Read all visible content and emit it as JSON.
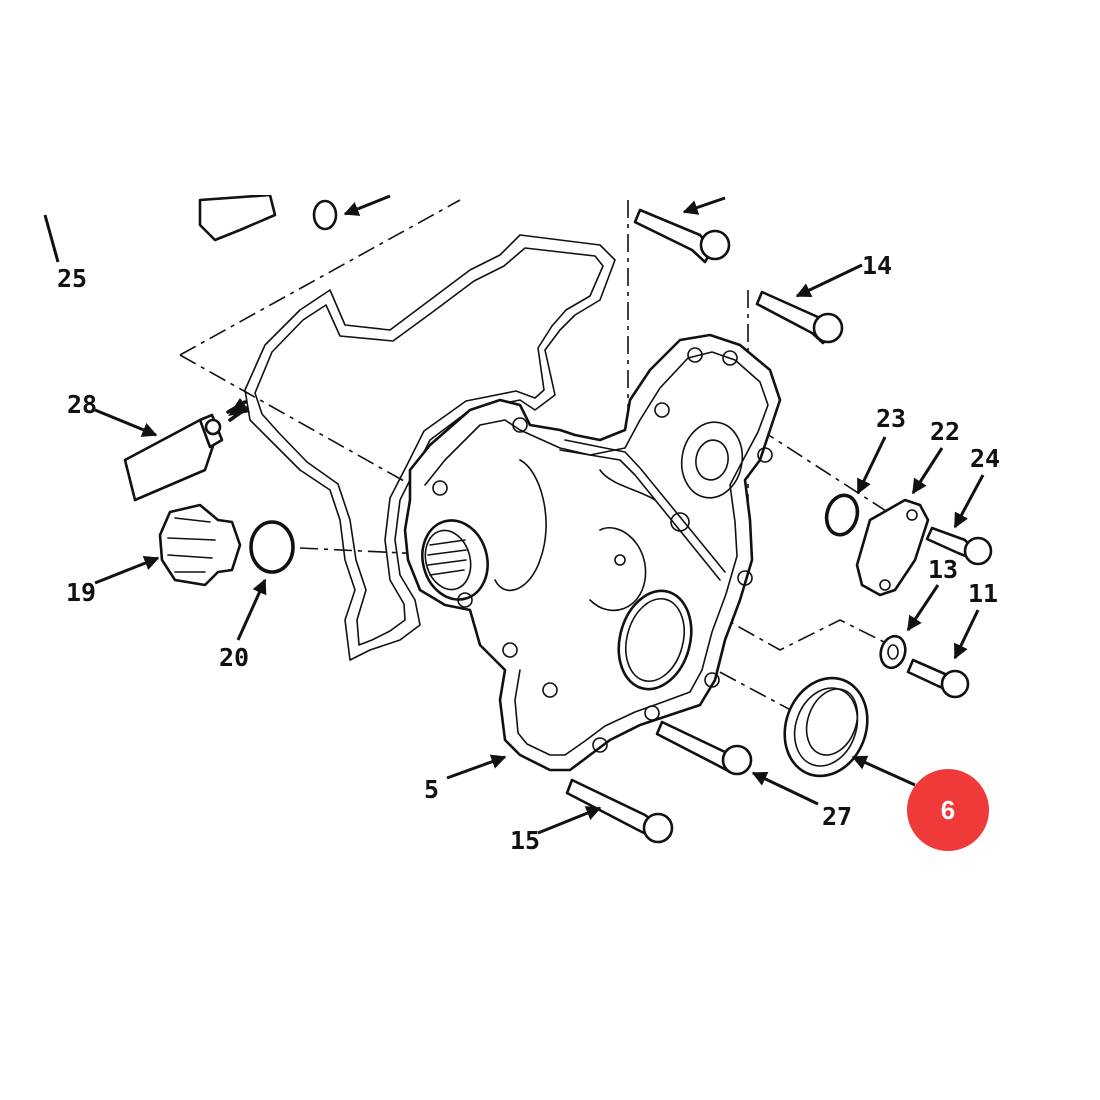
{
  "diagram": {
    "callouts": [
      {
        "id": "c25",
        "label": "25"
      },
      {
        "id": "c28",
        "label": "28"
      },
      {
        "id": "c19",
        "label": "19"
      },
      {
        "id": "c20",
        "label": "20"
      },
      {
        "id": "c14",
        "label": "14"
      },
      {
        "id": "c23",
        "label": "23"
      },
      {
        "id": "c22",
        "label": "22"
      },
      {
        "id": "c24",
        "label": "24"
      },
      {
        "id": "c13",
        "label": "13"
      },
      {
        "id": "c11",
        "label": "11"
      },
      {
        "id": "c5",
        "label": "5"
      },
      {
        "id": "c15",
        "label": "15"
      },
      {
        "id": "c27",
        "label": "27"
      }
    ],
    "marker": {
      "label": "6",
      "color": "#f03a3a"
    }
  }
}
